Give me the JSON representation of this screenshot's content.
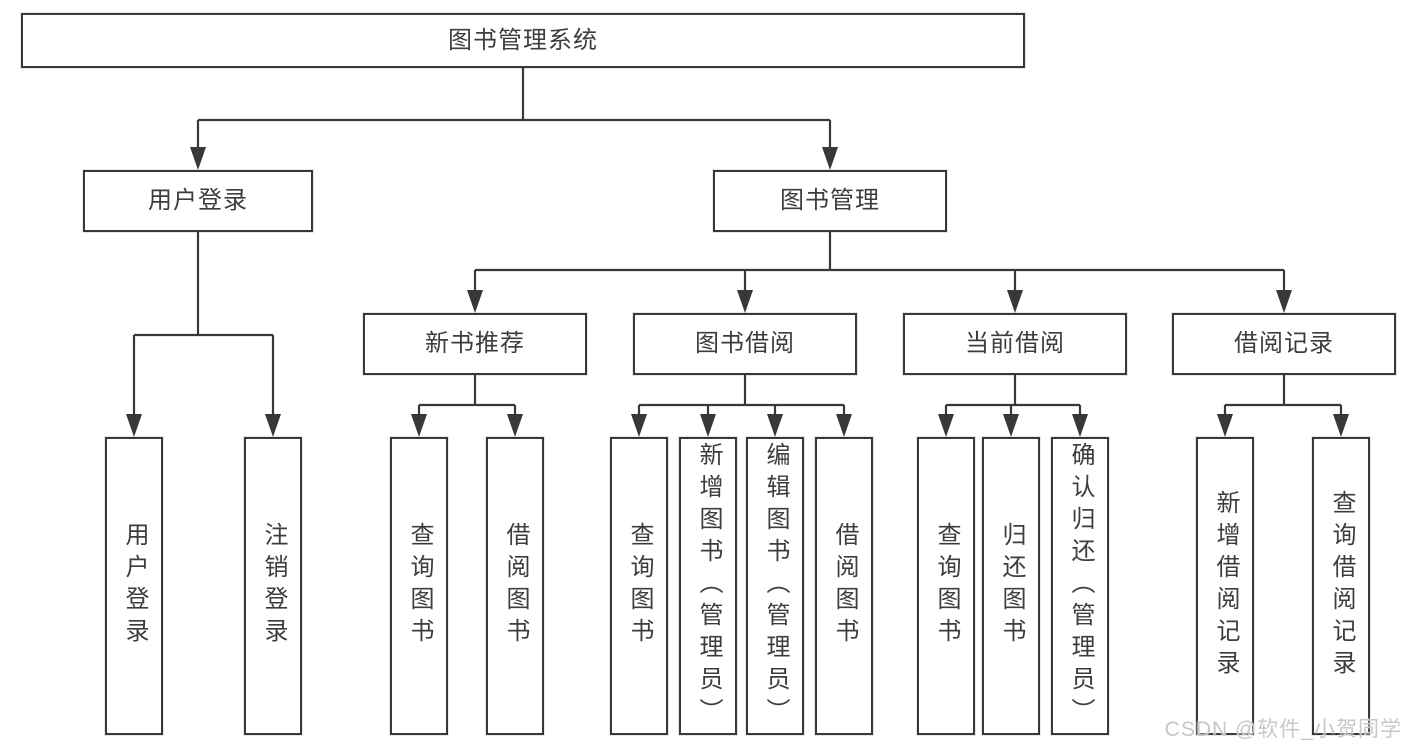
{
  "diagram": {
    "root": {
      "label": "图书管理系统"
    },
    "branches": [
      {
        "label": "用户登录",
        "children": [
          {
            "label": "用户登录"
          },
          {
            "label": "注销登录"
          }
        ]
      },
      {
        "label": "图书管理",
        "children": [
          {
            "label": "新书推荐",
            "children": [
              {
                "label": "查询图书"
              },
              {
                "label": "借阅图书"
              }
            ]
          },
          {
            "label": "图书借阅",
            "children": [
              {
                "label": "查询图书"
              },
              {
                "label": "新增图书（管理员）"
              },
              {
                "label": "编辑图书（管理员）"
              },
              {
                "label": "借阅图书"
              }
            ]
          },
          {
            "label": "当前借阅",
            "children": [
              {
                "label": "查询图书"
              },
              {
                "label": "归还图书"
              },
              {
                "label": "确认归还（管理员）"
              }
            ]
          },
          {
            "label": "借阅记录",
            "children": [
              {
                "label": "新增借阅记录"
              },
              {
                "label": "查询借阅记录"
              }
            ]
          }
        ]
      }
    ]
  },
  "watermark": {
    "text": "CSDN @软件_小贺同学"
  },
  "colors": {
    "line": "#383838",
    "box_border": "#383838",
    "text": "#3d3d3d",
    "watermark": "#c7c7c7",
    "background": "#ffffff"
  }
}
